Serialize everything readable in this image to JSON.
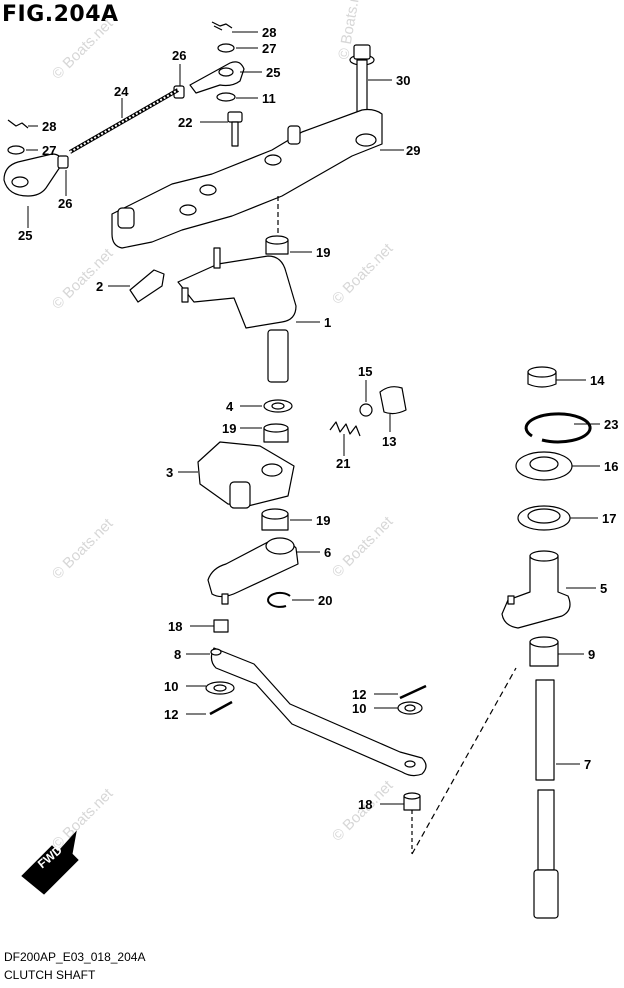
{
  "figure": {
    "title": "FIG.204A",
    "code": "DF200AP_E03_018_204A",
    "name": "CLUTCH SHAFT",
    "direction_label": "FWD"
  },
  "watermark": "© Boats.net",
  "callouts": [
    {
      "id": "c28a",
      "num": "28"
    },
    {
      "id": "c27a",
      "num": "27"
    },
    {
      "id": "c26a",
      "num": "26"
    },
    {
      "id": "c25a",
      "num": "25"
    },
    {
      "id": "c11",
      "num": "11"
    },
    {
      "id": "c24",
      "num": "24"
    },
    {
      "id": "c22",
      "num": "22"
    },
    {
      "id": "c30",
      "num": "30"
    },
    {
      "id": "c28b",
      "num": "28"
    },
    {
      "id": "c27b",
      "num": "27"
    },
    {
      "id": "c26b",
      "num": "26"
    },
    {
      "id": "c25b",
      "num": "25"
    },
    {
      "id": "c29",
      "num": "29"
    },
    {
      "id": "c19a",
      "num": "19"
    },
    {
      "id": "c2",
      "num": "2"
    },
    {
      "id": "c1",
      "num": "1"
    },
    {
      "id": "c15",
      "num": "15"
    },
    {
      "id": "c4",
      "num": "4"
    },
    {
      "id": "c19b",
      "num": "19"
    },
    {
      "id": "c13",
      "num": "13"
    },
    {
      "id": "c21",
      "num": "21"
    },
    {
      "id": "c3",
      "num": "3"
    },
    {
      "id": "c19c",
      "num": "19"
    },
    {
      "id": "c6",
      "num": "6"
    },
    {
      "id": "c20",
      "num": "20"
    },
    {
      "id": "c18a",
      "num": "18"
    },
    {
      "id": "c8",
      "num": "8"
    },
    {
      "id": "c10a",
      "num": "10"
    },
    {
      "id": "c12a",
      "num": "12"
    },
    {
      "id": "c12b",
      "num": "12"
    },
    {
      "id": "c10b",
      "num": "10"
    },
    {
      "id": "c18b",
      "num": "18"
    },
    {
      "id": "c14",
      "num": "14"
    },
    {
      "id": "c23",
      "num": "23"
    },
    {
      "id": "c16",
      "num": "16"
    },
    {
      "id": "c17",
      "num": "17"
    },
    {
      "id": "c5",
      "num": "5"
    },
    {
      "id": "c9",
      "num": "9"
    },
    {
      "id": "c7",
      "num": "7"
    }
  ]
}
